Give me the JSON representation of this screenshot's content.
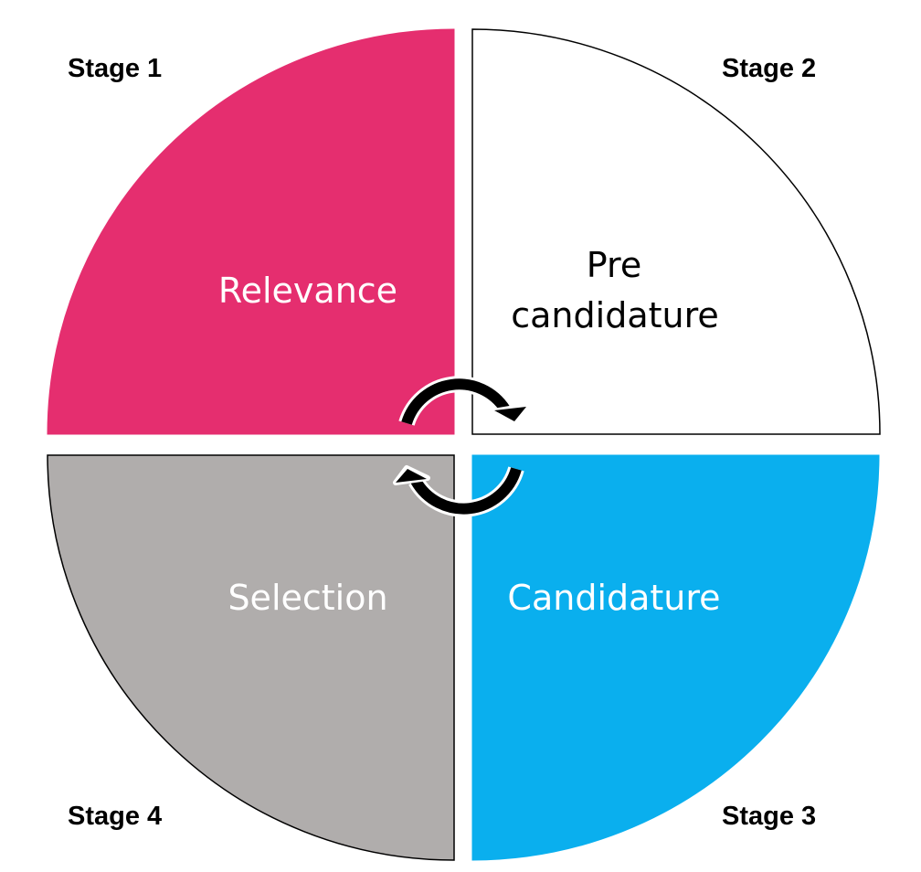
{
  "stages": [
    {
      "stage": "Stage 1",
      "name": "Relevance",
      "fill": "#E52E6F",
      "text_color": "#FFFFFF"
    },
    {
      "stage": "Stage 2",
      "name_line1": "Pre",
      "name_line2": "candidature",
      "fill": "#FFFFFF",
      "text_color": "#000000"
    },
    {
      "stage": "Stage 3",
      "name": "Candidature",
      "fill": "#0AAFEE",
      "text_color": "#FFFFFF"
    },
    {
      "stage": "Stage 4",
      "name": "Selection",
      "fill": "#B0ADAC",
      "text_color": "#FFFFFF"
    }
  ],
  "arrows": {
    "top": "clockwise-arrow-top",
    "bottom": "clockwise-arrow-bottom",
    "color": "#000000"
  }
}
